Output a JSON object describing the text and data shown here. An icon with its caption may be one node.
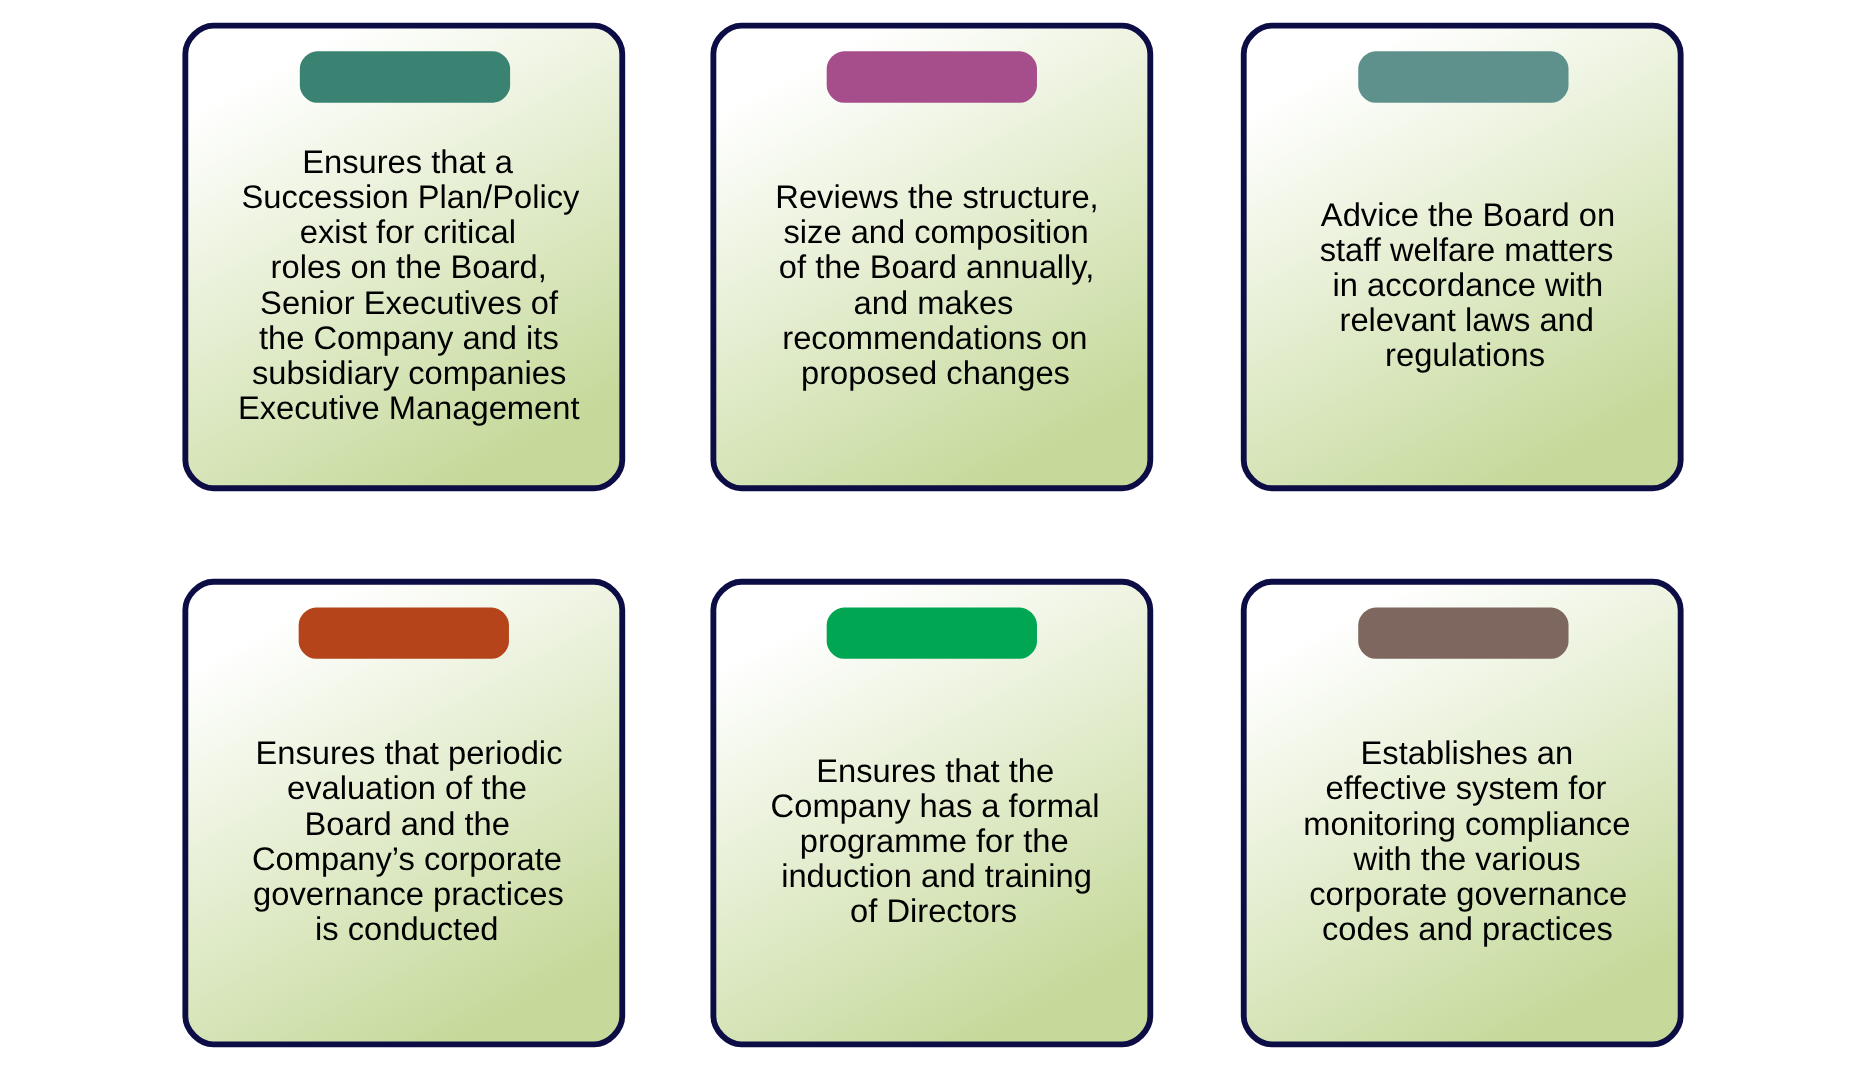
{
  "diagram": {
    "nodes": [
      {
        "text": [
          "Ensures that a Succession Plan/Policy exist for critical roles on the Board, Senior Executives of the Company and its subsidiary companies Executive Management"
        ]
      },
      {
        "text": [
          "Reviews the structure, size and composition of the Board annually, and makes recommendations on proposed changes"
        ]
      },
      {
        "text": [
          "Advice the Board on staff welfare matters in accordance with relevant laws and regulations"
        ]
      },
      {
        "text": [
          "Ensures that periodic evaluation of the Board and the Company’s corporate governance practices is conducted"
        ]
      },
      {
        "text": [
          "Ensures that the Company has a formal programme for the induction and training of Directors"
        ]
      },
      {
        "text": [
          "Establishes an effective system for monitoring compliance with the various corporate governance codes and practices"
        ]
      }
    ],
    "edges": []
  }
}
